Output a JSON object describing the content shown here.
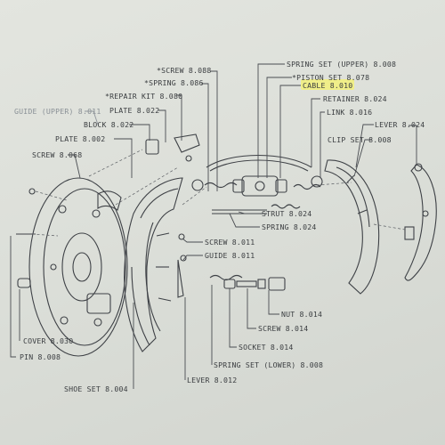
{
  "labels": {
    "screw_088": "*SCREW 8.088",
    "spring_086": "*SPRING 8.086",
    "repair_kit_080": "*REPAIR KIT 8.080",
    "plate_022": "PLATE 8.022",
    "block_022": "BLOCK 8.022",
    "plate_002": "PLATE 8.002",
    "guide_upper_011": "GUIDE (UPPER) 8.011",
    "screw_068": "SCREW 8.068",
    "spring_set_upper_008": "SPRING SET (UPPER) 8.008",
    "piston_set_078": "*PISTON SET 8.078",
    "cable_010": "CABLE 8.010",
    "retainer_024": "RETAINER 8.024",
    "link_016": "LINK 8.016",
    "lever_024": "LEVER 8.024",
    "clip_set_008": "CLIP SET 8.008",
    "strut_024": "STRUT 8.024",
    "spring_024": "SPRING 8.024",
    "screw_011": "SCREW 8.011",
    "guide_011": "GUIDE 8.011",
    "nut_014": "NUT 8.014",
    "screw_014": "SCREW 8.014",
    "socket_014": "SOCKET 8.014",
    "spring_set_lower_008": "SPRING SET (LOWER) 8.008",
    "lever_012": "LEVER 8.012",
    "shoe_set_004": "SHOE SET 8.004",
    "cover_030": "COVER 8.030",
    "pin_008": "PIN 8.008"
  },
  "colors": {
    "paper": "#dcdfd9",
    "ink": "#3a3d40",
    "highlight": "#f3f07a"
  }
}
